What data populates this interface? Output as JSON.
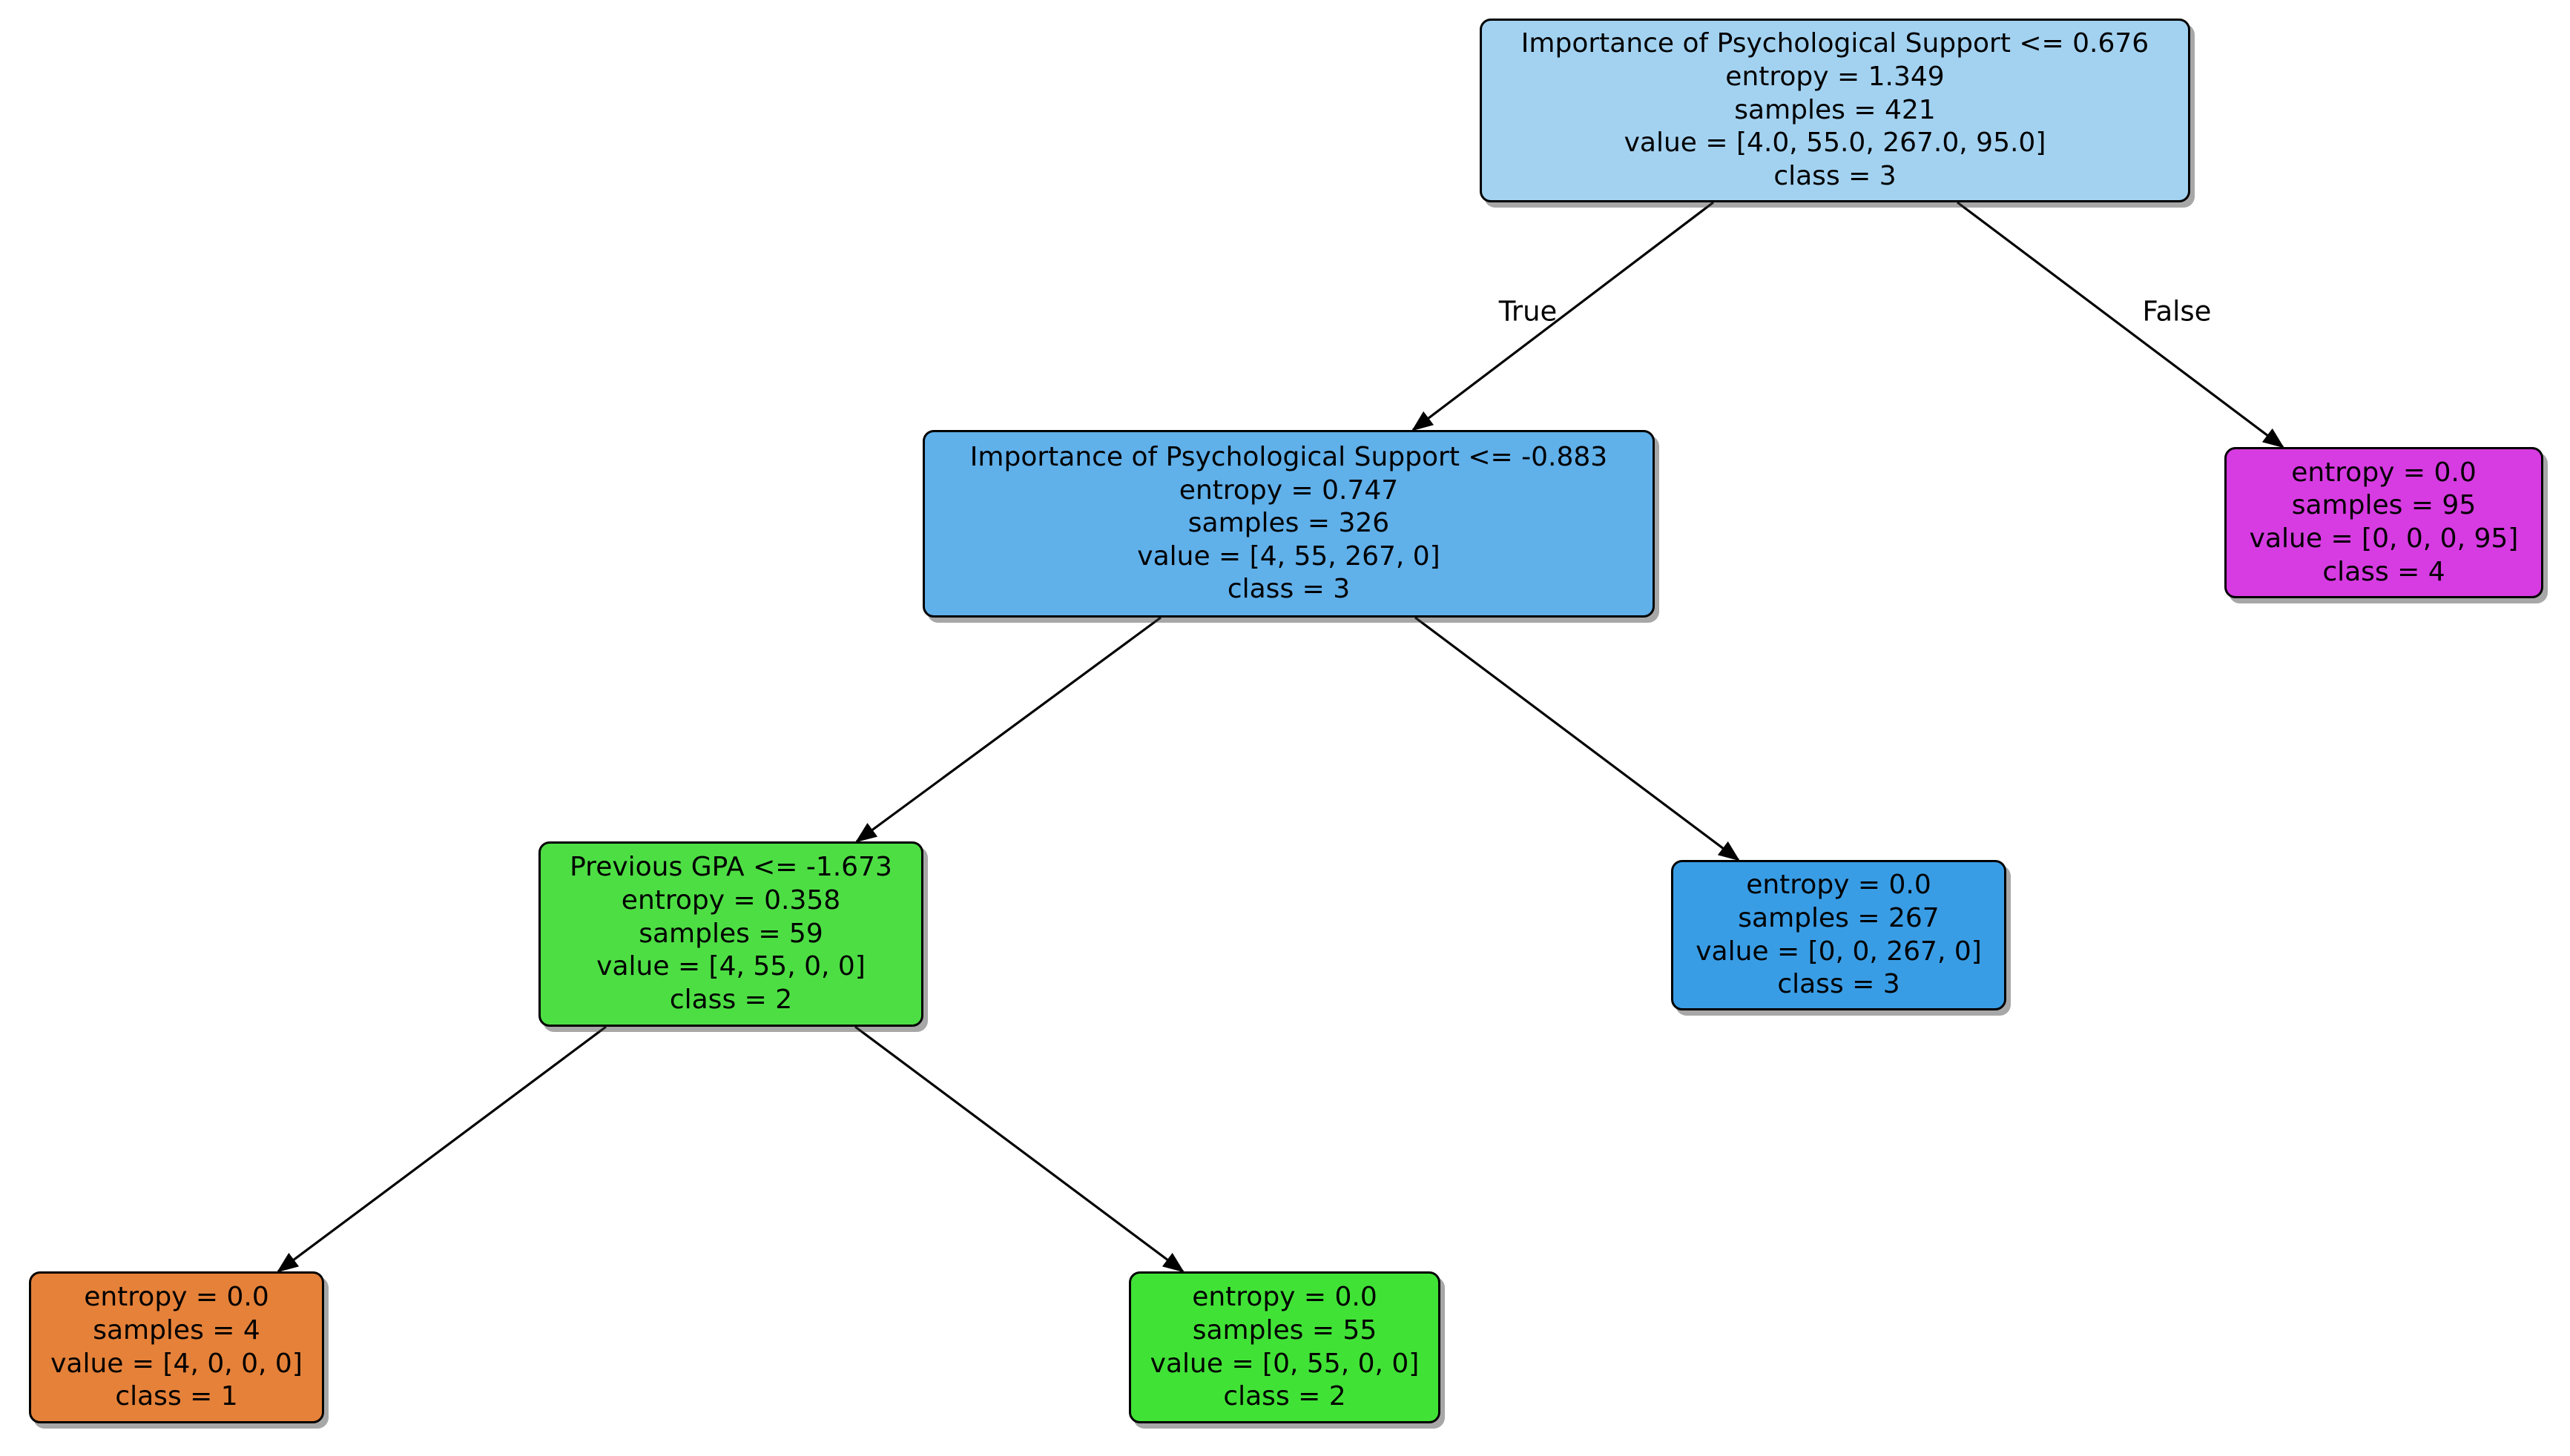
{
  "figure": {
    "background": "#ffffff",
    "arrow_color": "#000000"
  },
  "edge_labels": {
    "true": "True",
    "false": "False"
  },
  "nodes": {
    "n1": {
      "condition": "Importance of Psychological Support <= 0.676",
      "entropy": "entropy = 1.349",
      "samples": "samples = 421",
      "value": "value = [4.0, 55.0, 267.0, 95.0]",
      "class": "class = 3",
      "color": "#a3d2f1"
    },
    "n2": {
      "condition": "Importance of Psychological Support <= -0.883",
      "entropy": "entropy = 0.747",
      "samples": "samples = 326",
      "value": "value = [4, 55, 267, 0]",
      "class": "class = 3",
      "color": "#60b0ea"
    },
    "n3": {
      "entropy": "entropy = 0.0",
      "samples": "samples = 95",
      "value": "value = [0, 0, 0, 95]",
      "class": "class = 4",
      "color": "#d73be2"
    },
    "n4": {
      "condition": "Previous GPA <= -1.673",
      "entropy": "entropy = 0.358",
      "samples": "samples = 59",
      "value": "value = [4, 55, 0, 0]",
      "class": "class = 2",
      "color": "#4dde44"
    },
    "n5": {
      "entropy": "entropy = 0.0",
      "samples": "samples = 267",
      "value": "value = [0, 0, 267, 0]",
      "class": "class = 3",
      "color": "#399de5"
    },
    "n6": {
      "entropy": "entropy = 0.0",
      "samples": "samples = 4",
      "value": "value = [4, 0, 0, 0]",
      "class": "class = 1",
      "color": "#e58139"
    },
    "n7": {
      "entropy": "entropy = 0.0",
      "samples": "samples = 55",
      "value": "value = [0, 55, 0, 0]",
      "class": "class = 2",
      "color": "#41e236"
    }
  }
}
